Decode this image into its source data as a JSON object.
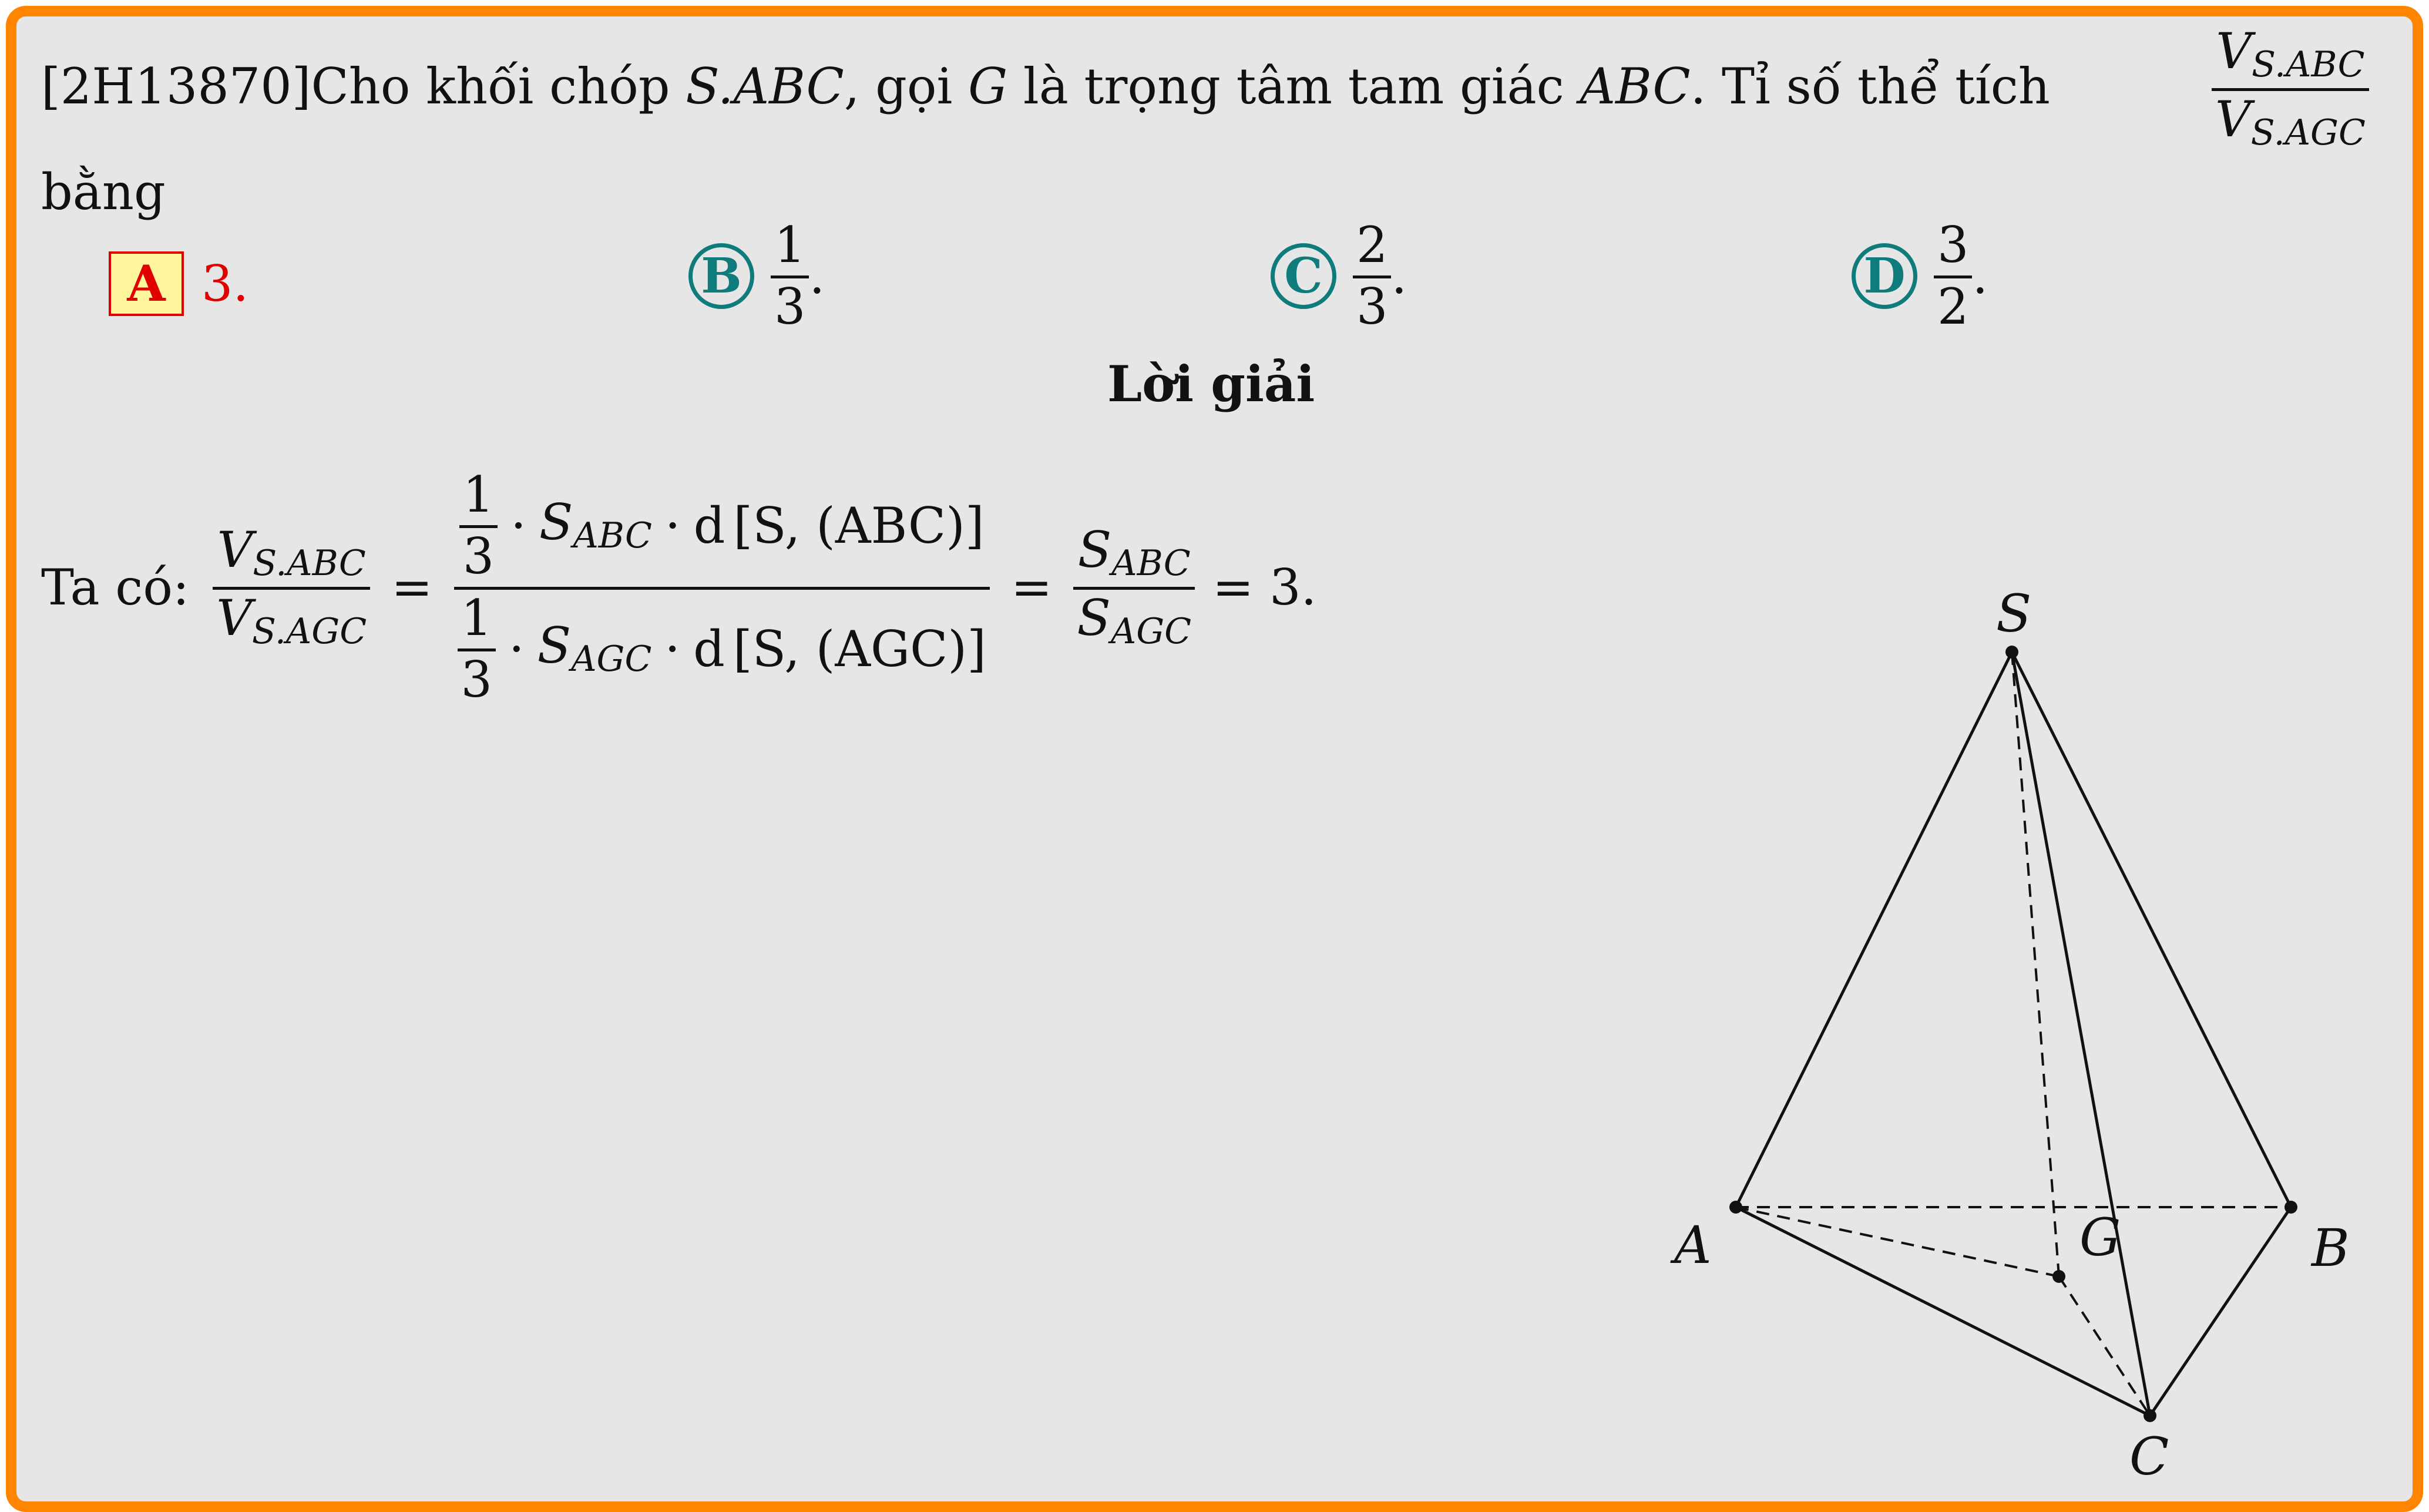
{
  "question": {
    "id_tag": "[2H13870]",
    "lead": "Cho khối chóp ",
    "pyramid": "S.ABC",
    "mid1": ", gọi ",
    "g": "G",
    "mid2": " là trọng tâm tam giác ",
    "triangle": "ABC",
    "mid3": ". Tỉ số thể tích",
    "ratio_num": "V",
    "ratio_num_sub": "S.ABC",
    "ratio_den": "V",
    "ratio_den_sub": "S.AGC",
    "end": "bằng"
  },
  "options": [
    {
      "letter": "A",
      "num": "",
      "den": "",
      "value": "3.",
      "selected": true
    },
    {
      "letter": "B",
      "num": "1",
      "den": "3",
      "value": ".",
      "selected": false
    },
    {
      "letter": "C",
      "num": "2",
      "den": "3",
      "value": ".",
      "selected": false
    },
    {
      "letter": "D",
      "num": "3",
      "den": "2",
      "value": ".",
      "selected": false
    }
  ],
  "solution": {
    "heading": "Lời giải",
    "prefix": "Ta có:",
    "lhs_num": "V",
    "lhs_num_sub": "S.ABC",
    "lhs_den": "V",
    "lhs_den_sub": "S.AGC",
    "eq": "=",
    "third_num": "1",
    "third_den": "3",
    "dot": "·",
    "area_top": "S",
    "area_top_sub": "ABC",
    "area_bot": "S",
    "area_bot_sub": "AGC",
    "dist_fn": "d",
    "dist_top": "[S, (ABC)]",
    "dist_bot": "[S, (AGC)]",
    "result": "= 3."
  },
  "figure": {
    "labels": {
      "S": "S",
      "A": "A",
      "B": "B",
      "C": "C",
      "G": "G"
    },
    "colors": {
      "line": "#111111",
      "frame": "#ff8400",
      "background": "#e6e6e6"
    }
  }
}
